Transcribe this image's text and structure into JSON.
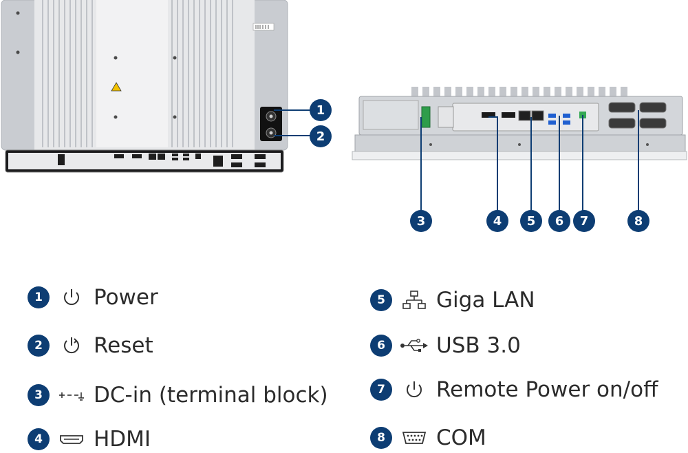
{
  "callouts": [
    {
      "n": "1"
    },
    {
      "n": "2"
    },
    {
      "n": "3"
    },
    {
      "n": "4"
    },
    {
      "n": "5"
    },
    {
      "n": "6"
    },
    {
      "n": "7"
    },
    {
      "n": "8"
    }
  ],
  "legend": [
    {
      "num": "1",
      "icon": "power-icon",
      "label": "Power"
    },
    {
      "num": "2",
      "icon": "reset-icon",
      "label": "Reset"
    },
    {
      "num": "3",
      "icon": "dc-in-icon",
      "label": "DC-in (terminal block)"
    },
    {
      "num": "4",
      "icon": "hdmi-icon",
      "label": "HDMI"
    },
    {
      "num": "5",
      "icon": "lan-icon",
      "label": "Giga LAN"
    },
    {
      "num": "6",
      "icon": "usb-icon",
      "label": "USB 3.0"
    },
    {
      "num": "7",
      "icon": "power-icon",
      "label": "Remote Power on/off"
    },
    {
      "num": "8",
      "icon": "com-icon",
      "label": "COM"
    }
  ],
  "colors": {
    "badge": "#0d3d73",
    "line": "#0d3d73",
    "text": "#2b2b2b"
  }
}
